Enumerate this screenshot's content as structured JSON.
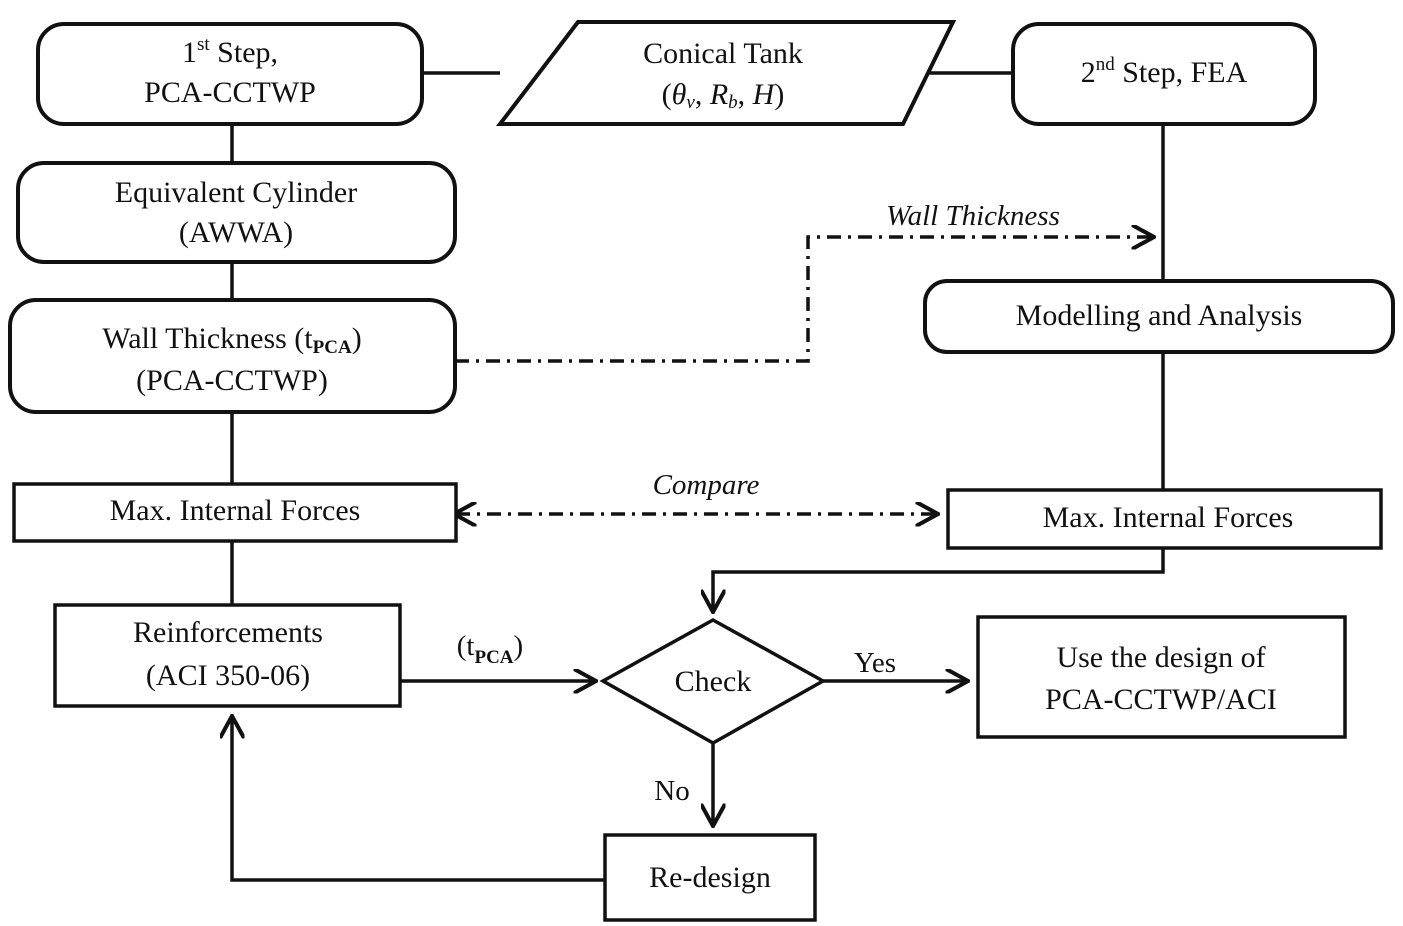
{
  "diagram": {
    "title": "Two-step conical tank design flowchart",
    "stroke_color": "#111111",
    "fill_color": "#ffffff",
    "nodes": {
      "step1": {
        "line1_pre": "1",
        "line1_sup": "st",
        "line1_post": " Step,",
        "line2": "PCA-CCTWP",
        "shape": "rounded-rectangle"
      },
      "conical_tank": {
        "line1": "Conical Tank",
        "line2_open": "(",
        "line2_theta": "θ",
        "line2_theta_sub": "v",
        "line2_comma1": ", ",
        "line2_r": "R",
        "line2_r_sub": "b",
        "line2_comma2": ", ",
        "line2_h": "H",
        "line2_close": ")",
        "shape": "parallelogram"
      },
      "step2": {
        "line1_pre": "2",
        "line1_sup": "nd",
        "line1_post": " Step, FEA",
        "shape": "rounded-rectangle"
      },
      "equivalent_cylinder": {
        "line1": "Equivalent Cylinder",
        "line2": "(AWWA)",
        "shape": "rounded-rectangle"
      },
      "wall_thickness": {
        "line1_pre": "Wall Thickness (t",
        "line1_sub": "PCA",
        "line1_post": ")",
        "line2": "(PCA-CCTWP)",
        "shape": "rounded-rectangle"
      },
      "modelling": {
        "line1": "Modelling and Analysis",
        "shape": "rounded-rectangle"
      },
      "max_forces_left": {
        "line1": "Max. Internal Forces",
        "shape": "rectangle"
      },
      "max_forces_right": {
        "line1": "Max. Internal Forces",
        "shape": "rectangle"
      },
      "reinforcements": {
        "line1": "Reinforcements",
        "line2": "(ACI 350-06)",
        "shape": "rectangle"
      },
      "check": {
        "line1": "Check",
        "shape": "diamond"
      },
      "use_design": {
        "line1": "Use the design of",
        "line2": "PCA-CCTWP/ACI",
        "shape": "rectangle"
      },
      "redesign": {
        "line1": "Re-design",
        "shape": "rectangle"
      }
    },
    "edge_labels": {
      "wall_thickness_transfer": "Wall Thickness",
      "compare": "Compare",
      "t_pca_pre": "(t",
      "t_pca_sub": "PCA",
      "t_pca_post": ")",
      "yes": "Yes",
      "no": "No"
    }
  }
}
